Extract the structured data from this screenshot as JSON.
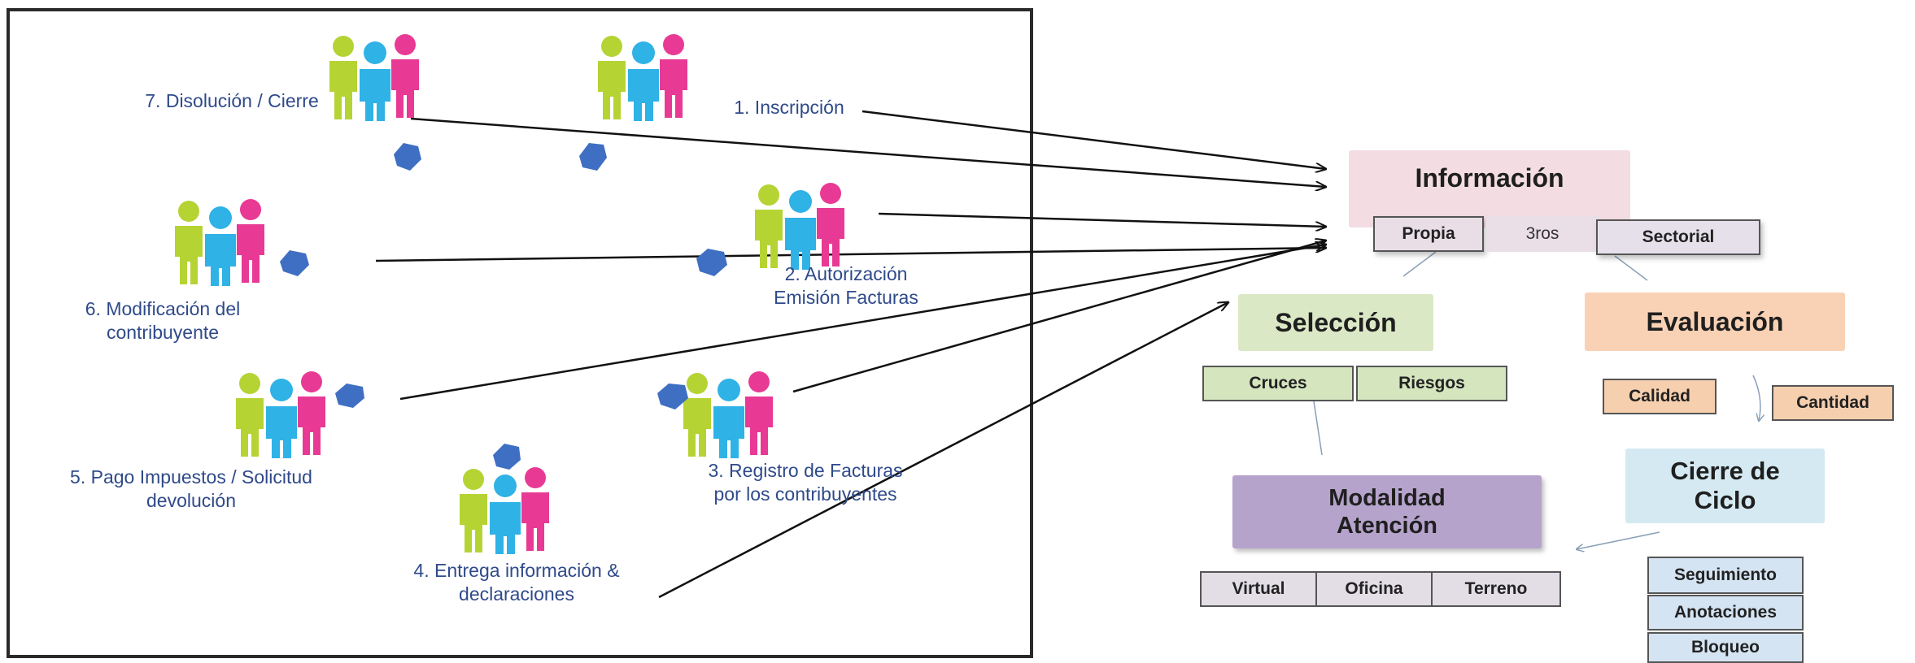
{
  "stages": {
    "s7": "7. Disolución / Cierre",
    "s1": "1. Inscripción",
    "s2": "2. Autorización Emisión Facturas",
    "s6": "6. Modificación del contribuyente",
    "s5": "5. Pago Impuestos / Solicitud devolución",
    "s3": "3. Registro de Facturas por los contribuyentes",
    "s4": "4. Entrega información & declaraciones"
  },
  "informacion": {
    "title": "Información",
    "propia": "Propia",
    "terceros": "3ros",
    "sectorial": "Sectorial"
  },
  "seleccion": {
    "title": "Selección",
    "cruces": "Cruces",
    "riesgos": "Riesgos"
  },
  "evaluacion": {
    "title": "Evaluación",
    "calidad": "Calidad",
    "cantidad": "Cantidad"
  },
  "modalidad": {
    "title": "Modalidad Atención",
    "virtual": "Virtual",
    "oficina": "Oficina",
    "terreno": "Terreno"
  },
  "cierre": {
    "title": "Cierre de Ciclo",
    "seguimiento": "Seguimiento",
    "anotaciones": "Anotaciones",
    "bloqueo": "Bloqueo"
  },
  "colors": {
    "stage_text": "#2f4a8a",
    "person_green": "#b6d334",
    "person_blue": "#2fb2e6",
    "person_pink": "#e83a94",
    "small_arrow": "#3f6fc2",
    "informacion_bg": "#f3dde2",
    "seleccion_bg": "#dbe8c6",
    "evaluacion_bg": "#f9d2b5",
    "modalidad_bg": "#b6a3cc",
    "cierre_bg": "#d5e9f2",
    "sub_bg": "#e6dde6"
  }
}
